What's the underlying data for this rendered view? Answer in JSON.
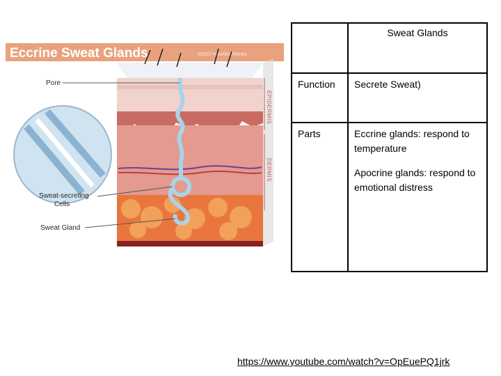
{
  "figure": {
    "title": "Eccrine Sweat Glands",
    "copyright": "©2007 HowStuffWorks",
    "labels": {
      "pore": "Pore",
      "cells": "Sweat-secreting Cells",
      "cells_line1": "Sweat-secreting",
      "cells_line2": "Cells",
      "gland": "Sweat Gland",
      "epidermis": "EPIDERMIS",
      "dermis": "DERMIS"
    },
    "colors": {
      "title_bar": "#e9a27d",
      "epidermis": "#f0d3cc",
      "dermis": "#e49a8e",
      "fat": "#e9763f",
      "duct": "#a9d3ea"
    }
  },
  "table": {
    "header": "Sweat Glands",
    "rows": {
      "function": {
        "label": "Function",
        "value": "Secrete Sweat)"
      },
      "parts": {
        "label": "Parts",
        "eccrine": "Eccrine glands:  respond to temperature",
        "apocrine": "Apocrine glands: respond to emotional distress"
      }
    }
  },
  "link": {
    "text": "https://www.youtube.com/watch?v=OpEuePQ1jrk"
  }
}
